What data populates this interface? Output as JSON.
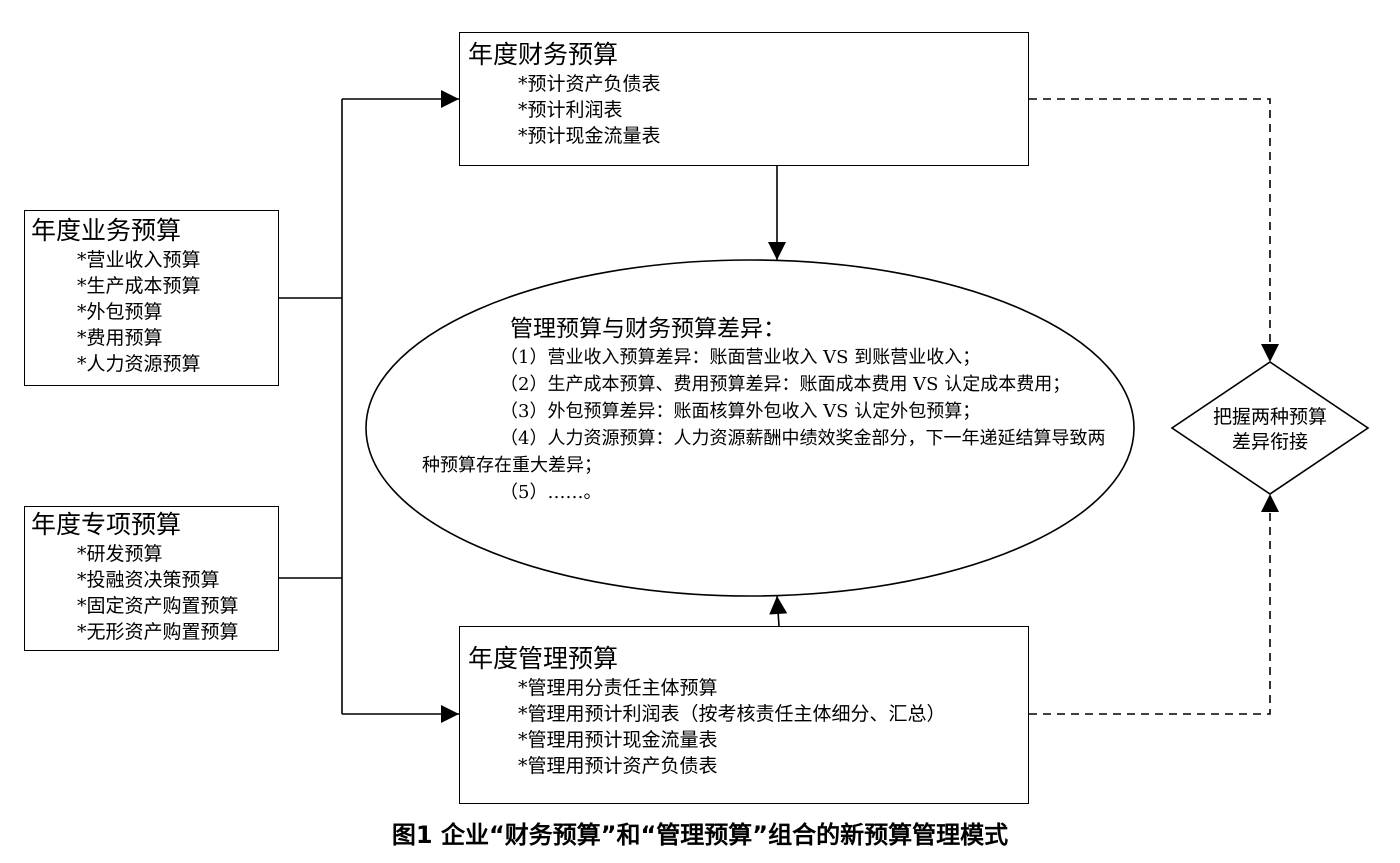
{
  "boxes": {
    "financial": {
      "title": "年度财务预算",
      "items": [
        "*预计资产负债表",
        "*预计利润表",
        "*预计现金流量表"
      ]
    },
    "business": {
      "title": "年度业务预算",
      "items": [
        "*营业收入预算",
        "*生产成本预算",
        "*外包预算",
        "*费用预算",
        "*人力资源预算"
      ]
    },
    "special": {
      "title": "年度专项预算",
      "items": [
        "*研发预算",
        "*投融资决策预算",
        "*固定资产购置预算",
        "*无形资产购置预算"
      ]
    },
    "management": {
      "title": "年度管理预算",
      "items": [
        "*管理用分责任主体预算",
        "*管理用预计利润表（按考核责任主体细分、汇总）",
        "*管理用预计现金流量表",
        "*管理用预计资产负债表"
      ]
    }
  },
  "ellipse": {
    "title": "管理预算与财务预算差异：",
    "items": [
      "（1）营业收入预算差异：账面营业收入 VS 到账营业收入；",
      "（2）生产成本预算、费用预算差异：账面成本费用 VS 认定成本费用；",
      "（3）外包预算差异：账面核算外包收入 VS 认定外包预算；",
      "（4）人力资源预算：人力资源薪酬中绩效奖金部分，下一年递延结算导致两种预算存在重大差异；",
      "（5）……。"
    ]
  },
  "diamond": {
    "line1": "把握两种预算",
    "line2": "差异衔接"
  },
  "caption": "图1  企业“财务预算”和“管理预算”组合的新预算管理模式"
}
